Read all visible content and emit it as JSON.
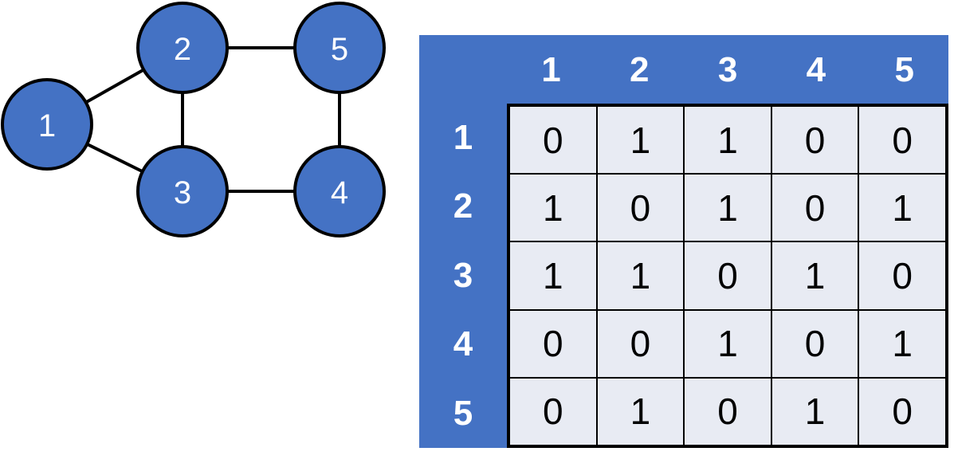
{
  "colors": {
    "accent": "#4472C4",
    "cell_background": "#E8EBF3",
    "stroke": "#000000",
    "label_on_accent": "#FFFFFF"
  },
  "graph": {
    "nodes": [
      {
        "id": "1",
        "label": "1"
      },
      {
        "id": "2",
        "label": "2"
      },
      {
        "id": "3",
        "label": "3"
      },
      {
        "id": "4",
        "label": "4"
      },
      {
        "id": "5",
        "label": "5"
      }
    ],
    "edges": [
      [
        "1",
        "2"
      ],
      [
        "1",
        "3"
      ],
      [
        "2",
        "3"
      ],
      [
        "2",
        "5"
      ],
      [
        "3",
        "4"
      ],
      [
        "4",
        "5"
      ]
    ]
  },
  "matrix": {
    "column_labels": [
      "1",
      "2",
      "3",
      "4",
      "5"
    ],
    "row_labels": [
      "1",
      "2",
      "3",
      "4",
      "5"
    ],
    "values": [
      [
        "0",
        "1",
        "1",
        "0",
        "0"
      ],
      [
        "1",
        "0",
        "1",
        "0",
        "1"
      ],
      [
        "1",
        "1",
        "0",
        "1",
        "0"
      ],
      [
        "0",
        "0",
        "1",
        "0",
        "1"
      ],
      [
        "0",
        "1",
        "0",
        "1",
        "0"
      ]
    ]
  }
}
